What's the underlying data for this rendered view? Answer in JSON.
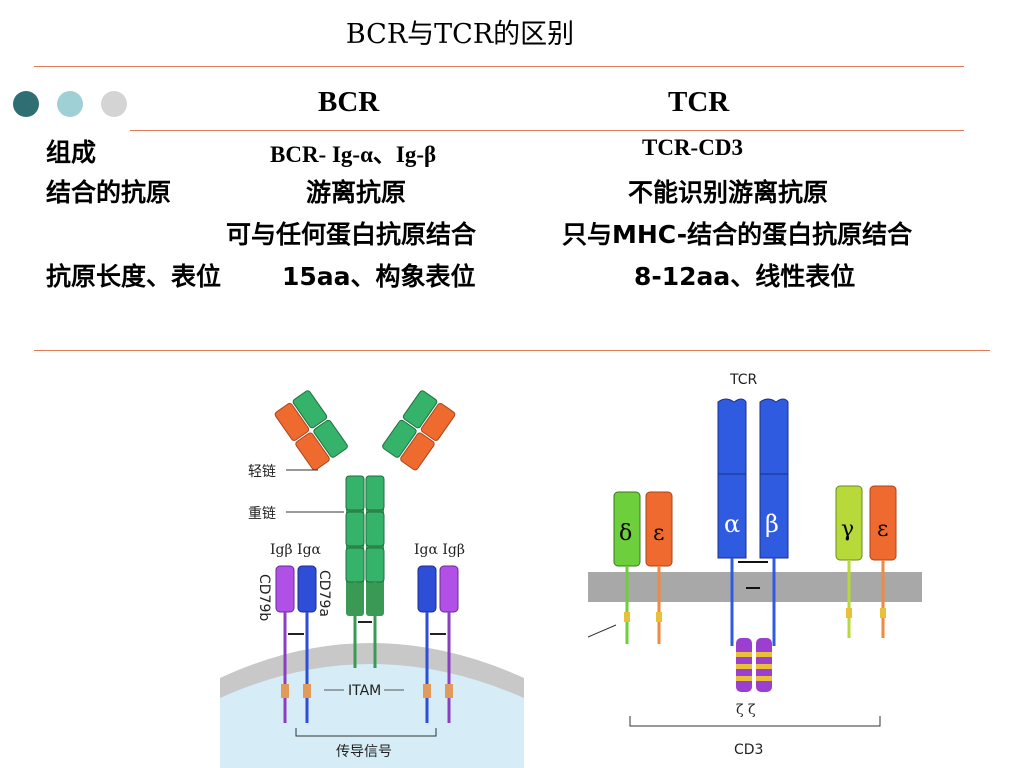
{
  "title": "BCR与TCR的区别",
  "dot_colors": [
    "#2f6f73",
    "#9fd0d6",
    "#d4d4d4"
  ],
  "accent_line": "#e07b5a",
  "table": {
    "col_bcr": "BCR",
    "col_tcr": "TCR",
    "rows": [
      {
        "label": "组成",
        "bcr": "BCR- Ig-α、Ig-β",
        "tcr": "TCR-CD3"
      },
      {
        "label": "结合的抗原",
        "bcr": "游离抗原",
        "tcr": "不能识别游离抗原"
      },
      {
        "label": "",
        "bcr": "可与任何蛋白抗原结合",
        "tcr": "只与MHC-结合的蛋白抗原结合"
      },
      {
        "label": "抗原长度、表位",
        "bcr": "15aa、构象表位",
        "tcr": "8-12aa、线性表位"
      }
    ]
  },
  "bcr_diagram": {
    "light_chain": "轻链",
    "heavy_chain": "重链",
    "ig_left": "Igβ Igα",
    "ig_right": "Igα Igβ",
    "cd79b": "CD79b",
    "cd79a": "CD79a",
    "itam": "ITAM",
    "signal": "传导信号"
  },
  "tcr_diagram": {
    "tcr": "TCR",
    "alpha": "α",
    "beta": "β",
    "delta": "δ",
    "epsilon": "ε",
    "gamma": "γ",
    "zeta": "ζ  ζ",
    "cd3": "CD3"
  }
}
